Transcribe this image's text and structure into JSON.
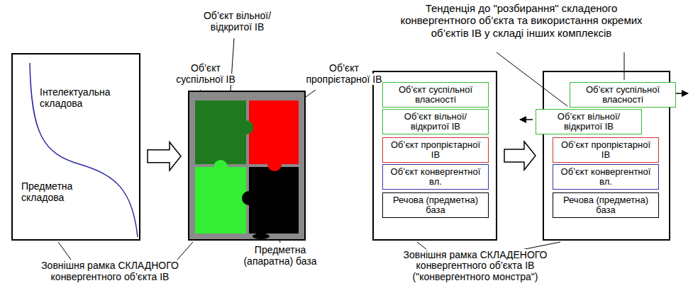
{
  "diagram": {
    "nodes": [
      {
        "text": [
          "Інтелектуальна складова",
          "Предметна складова"
        ]
      },
      {
        "text": []
      },
      {
        "text": []
      },
      {
        "text": [
          "Об’єкт суспільної власності"
        ],
        "in": 2
      },
      {
        "text": [
          "Об’єкт вільної/ відкритої ІВ"
        ],
        "in": 2
      },
      {
        "text": [
          "Об’єкт пропрієтарної ІВ"
        ],
        "in": 2
      },
      {
        "text": [
          "Об’єкт конвергентної вл."
        ],
        "in": 2
      },
      {
        "text": [
          "Речова (предметна) база"
        ],
        "in": 2
      },
      {
        "text": []
      },
      {
        "text": [
          "Об’єкт суспільної власності"
        ],
        "in": 8
      },
      {
        "text": [
          "Об’єкт вільної/ відкритої ІВ"
        ],
        "in": 8
      },
      {
        "text": [
          "Об’єкт пропрієтарної ІВ"
        ],
        "in": 8
      },
      {
        "text": [
          "Об’єкт конвергентної вл."
        ],
        "in": 8
      },
      {
        "text": [
          "Речова (предметна) база"
        ],
        "in": 8
      }
    ],
    "edges": [
      {
        "from": 0,
        "to": 1,
        "arrow": "to"
      },
      {
        "from": 2,
        "to": 8,
        "arrow": "to"
      }
    ],
    "labels": [
      "Об’єкт вільної/відкритої ІВ",
      "Об’єкт суспільної ІВ",
      "Об’єкт пропрієтарної ІВ",
      "Предметна (апаратна) база",
      "Зовнішня рамка СКЛАДНОГО конвергентного об’єкта ІВ",
      "Тенденція до \"розбирання\" складеного конвергентного об’єкта та використання окремих об’єктів ІВ у складі інших комплексів",
      "Зовнішня рамка СКЛАДЕНОГО конвергентного об’єкта ІВ (\"конвергентного монстра\")"
    ]
  }
}
